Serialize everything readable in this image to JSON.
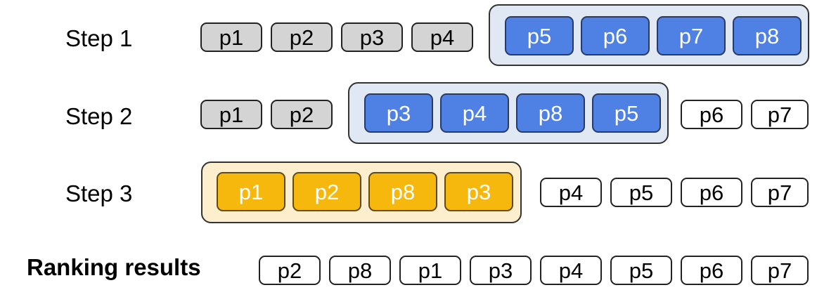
{
  "colors": {
    "inactive_chip": "#d4d4d4",
    "window_blue_fill": "#dfe8f3",
    "window_blue_chip": "#4f80e4",
    "window_orange_fill": "#fdefce",
    "window_orange_chip": "#f6b80d",
    "result_chip": "#ffffff"
  },
  "steps": [
    {
      "label": "Step 1",
      "passages": [
        {
          "id": "p1",
          "state": "gray"
        },
        {
          "id": "p2",
          "state": "gray"
        },
        {
          "id": "p3",
          "state": "gray"
        },
        {
          "id": "p4",
          "state": "gray"
        },
        {
          "id": "p5",
          "state": "blue"
        },
        {
          "id": "p6",
          "state": "blue"
        },
        {
          "id": "p7",
          "state": "blue"
        },
        {
          "id": "p8",
          "state": "blue"
        }
      ]
    },
    {
      "label": "Step 2",
      "passages": [
        {
          "id": "p1",
          "state": "gray"
        },
        {
          "id": "p2",
          "state": "gray"
        },
        {
          "id": "p3",
          "state": "blue"
        },
        {
          "id": "p4",
          "state": "blue"
        },
        {
          "id": "p8",
          "state": "blue"
        },
        {
          "id": "p5",
          "state": "blue"
        },
        {
          "id": "p6",
          "state": "white"
        },
        {
          "id": "p7",
          "state": "white"
        }
      ]
    },
    {
      "label": "Step 3",
      "passages": [
        {
          "id": "p1",
          "state": "orange"
        },
        {
          "id": "p2",
          "state": "orange"
        },
        {
          "id": "p8",
          "state": "orange"
        },
        {
          "id": "p3",
          "state": "orange"
        },
        {
          "id": "p4",
          "state": "white"
        },
        {
          "id": "p5",
          "state": "white"
        },
        {
          "id": "p6",
          "state": "white"
        },
        {
          "id": "p7",
          "state": "white"
        }
      ]
    }
  ],
  "results": {
    "label": "Ranking results",
    "passages": [
      "p2",
      "p8",
      "p1",
      "p3",
      "p4",
      "p5",
      "p6",
      "p7"
    ]
  }
}
